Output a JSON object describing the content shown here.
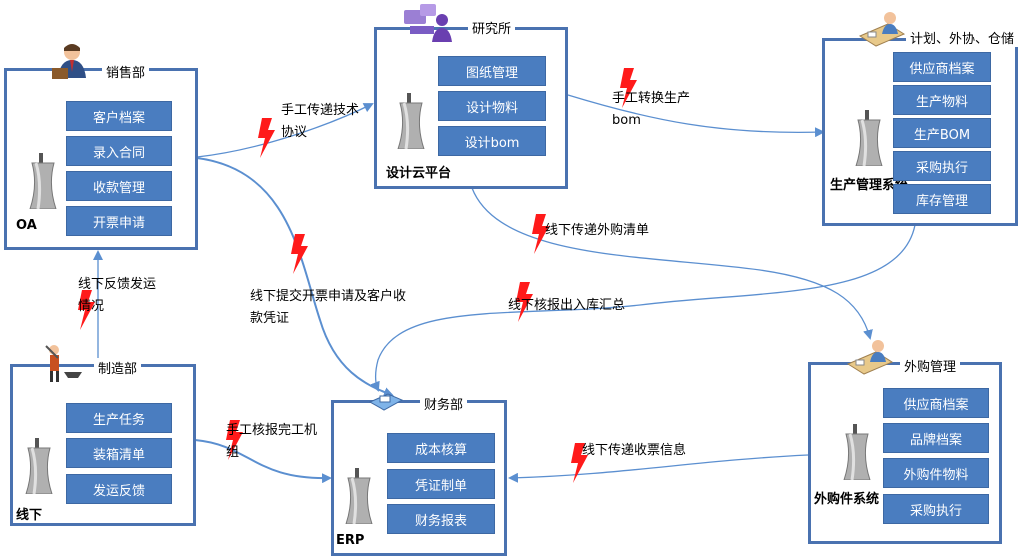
{
  "panels": {
    "oa": {
      "title": "销售部",
      "system": "OA",
      "modules": [
        "客户档案",
        "录入合同",
        "收款管理",
        "开票申请"
      ]
    },
    "design": {
      "title": "研究所",
      "system": "设计云平台",
      "modules": [
        "图纸管理",
        "设计物料",
        "设计bom"
      ]
    },
    "production": {
      "title": "计划、外协、仓储",
      "system": "生产管理系统",
      "modules": [
        "供应商档案",
        "生产物料",
        "生产BOM",
        "采购执行",
        "库存管理"
      ]
    },
    "offline": {
      "title": "制造部",
      "system": "线下",
      "modules": [
        "生产任务",
        "装箱清单",
        "发运反馈"
      ]
    },
    "erp": {
      "title": "财务部",
      "system": "ERP",
      "modules": [
        "成本核算",
        "凭证制单",
        "财务报表"
      ]
    },
    "purchase": {
      "title": "外购管理",
      "system": "外购件系统",
      "modules": [
        "供应商档案",
        "品牌档案",
        "外购件物料",
        "采购执行"
      ]
    }
  },
  "edges": [
    {
      "label_lines": [
        "手工传递技术",
        "协议"
      ]
    },
    {
      "label_lines": [
        "手工转换生产",
        "bom"
      ]
    },
    {
      "label_lines": [
        "线下传递外购清单"
      ]
    },
    {
      "label_lines": [
        "线下核报出入库汇总"
      ]
    },
    {
      "label_lines": [
        "线下提交开票申请及客户收",
        "款凭证"
      ]
    },
    {
      "label_lines": [
        "线下反馈发运",
        "情况"
      ]
    },
    {
      "label_lines": [
        "手工核报完工机",
        "组"
      ]
    },
    {
      "label_lines": [
        "线下传递收票信息"
      ]
    }
  ],
  "colors": {
    "border": "#4a72b0",
    "module_fill": "#4a7dc0",
    "arrow": "#5b8fd0",
    "bolt": "#ff0000"
  },
  "icons": [
    "businessman-icon",
    "researcher-icon",
    "planner-desk-icon",
    "worker-anvil-icon",
    "finance-icon",
    "purchase-desk-icon",
    "cooling-tower-icon",
    "lightning-bolt-icon"
  ]
}
